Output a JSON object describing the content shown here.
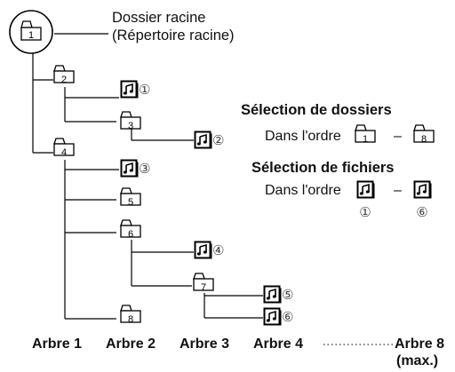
{
  "root": {
    "line1": "Dossier racine",
    "line2": "(Répertoire racine)",
    "number": "1"
  },
  "folders": [
    "2",
    "3",
    "4",
    "5",
    "6",
    "7",
    "8"
  ],
  "files": [
    "①",
    "②",
    "③",
    "④",
    "⑤",
    "⑥"
  ],
  "legend": {
    "folder_heading": "Sélection de dossiers",
    "folder_order_label": "Dans l'ordre",
    "folder_first": "1",
    "folder_last": "8",
    "file_heading": "Sélection de fichiers",
    "file_order_label": "Dans l'ordre",
    "file_first": "①",
    "file_last": "⑥",
    "dash": "–"
  },
  "levels": [
    "Arbre 1",
    "Arbre 2",
    "Arbre 3",
    "Arbre 4",
    "Arbre 8",
    "(max.)"
  ]
}
